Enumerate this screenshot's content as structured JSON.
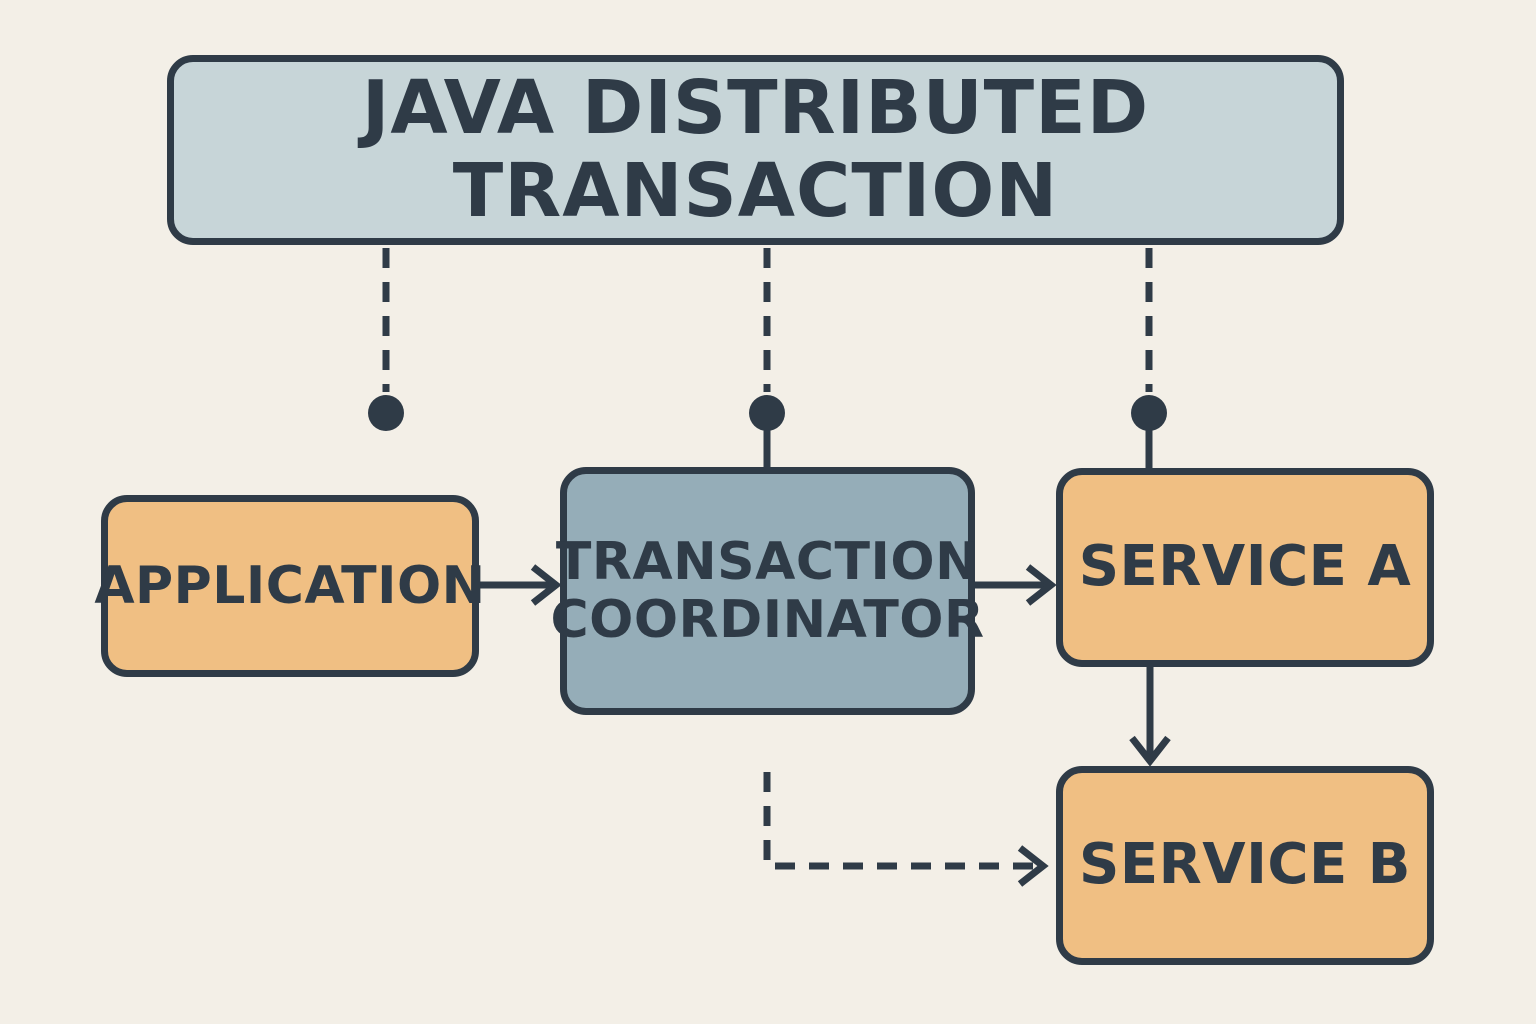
{
  "title": "JAVA DISTRIBUTED TRANSACTION",
  "nodes": {
    "application": "APPLICATION",
    "coordinator_line1": "TRANSACTION",
    "coordinator_line2": "COORDINATOR",
    "service_a": "SERVICE A",
    "service_b": "SERVICE B"
  },
  "colors": {
    "background": "#f3efe7",
    "title_fill": "#c7d5d8",
    "coordinator_fill": "#95adb8",
    "service_fill": "#f0bf83",
    "stroke": "#2f3b47"
  }
}
